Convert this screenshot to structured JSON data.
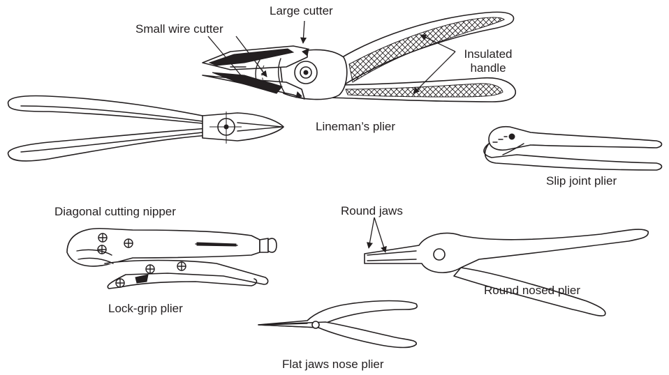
{
  "labels": {
    "large_cutter": "Large cutter",
    "small_wire_cutter": "Small wire cutter",
    "insulated_handle": "Insulated\nhandle",
    "linemans_plier": "Lineman’s plier",
    "slip_joint_plier": "Slip joint plier",
    "diagonal_cutting_nipper": "Diagonal cutting nipper",
    "round_jaws": "Round jaws",
    "lock_grip_plier": "Lock-grip plier",
    "round_nosed_plier": "Round nosed plier",
    "flat_jaws_nose_plier": "Flat jaws nose plier"
  },
  "colors": {
    "ink": "#231f20",
    "background": "#ffffff"
  }
}
